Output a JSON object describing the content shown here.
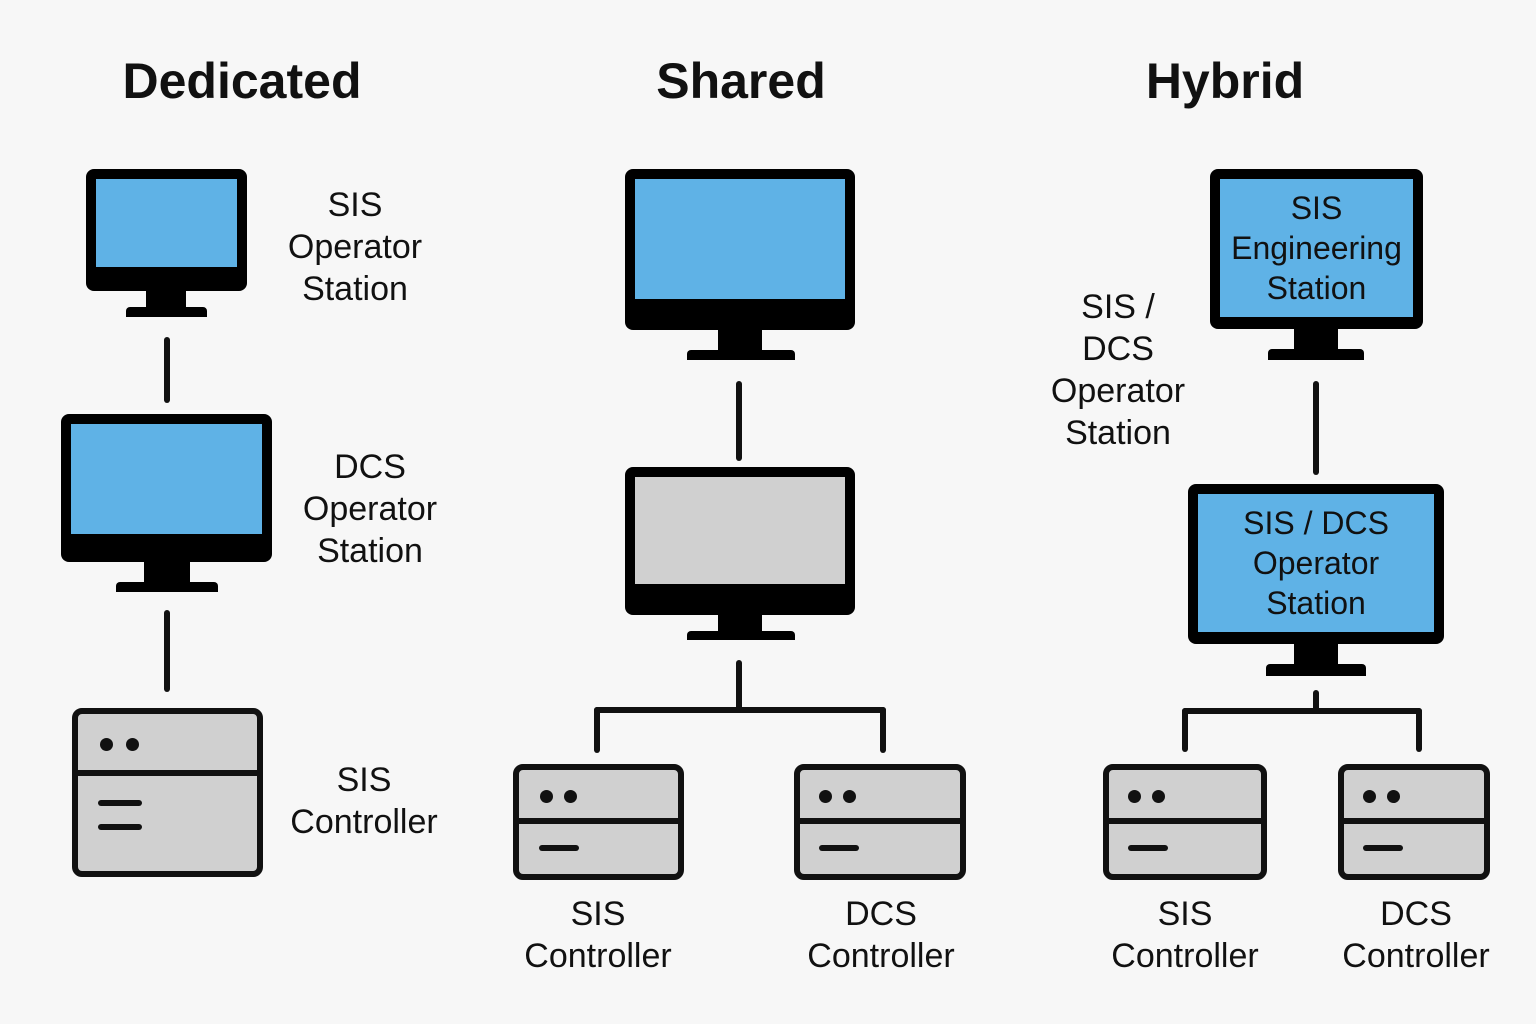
{
  "colors": {
    "screen_blue": "#5fb2e6",
    "screen_gray": "#d0d0d0",
    "background": "#f7f7f7",
    "outline": "#000000"
  },
  "columns": [
    {
      "title": "Dedicated",
      "devices": [
        {
          "type": "monitor",
          "screen": "blue",
          "label": "SIS\nOperator\nStation"
        },
        {
          "type": "monitor",
          "screen": "blue",
          "label": "DCS\nOperator\nStation"
        },
        {
          "type": "controller",
          "label": "SIS\nController"
        }
      ]
    },
    {
      "title": "Shared",
      "devices": [
        {
          "type": "monitor",
          "screen": "blue",
          "label": ""
        },
        {
          "type": "monitor",
          "screen": "gray",
          "label": ""
        },
        {
          "type": "controller",
          "label": "SIS\nController"
        },
        {
          "type": "controller",
          "label": "DCS\nController"
        }
      ]
    },
    {
      "title": "Hybrid",
      "side_label": "SIS /\nDCS\nOperator\nStation",
      "devices": [
        {
          "type": "monitor",
          "screen": "blue",
          "label": "SIS\nEngineering\nStation"
        },
        {
          "type": "monitor",
          "screen": "blue",
          "label": "SIS / DCS\nOperator\nStation"
        },
        {
          "type": "controller",
          "label": "SIS\nController"
        },
        {
          "type": "controller",
          "label": "DCS\nController"
        }
      ]
    }
  ]
}
